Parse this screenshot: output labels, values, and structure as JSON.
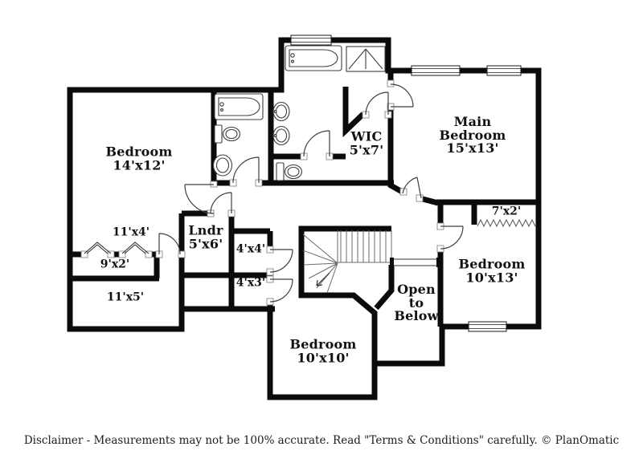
{
  "floorplan": {
    "rooms": [
      {
        "id": "bedroom-west",
        "lines": [
          "Bedroom",
          "14'x12'"
        ]
      },
      {
        "id": "main-bedroom",
        "lines": [
          "Main",
          "Bedroom",
          "15'x13'"
        ]
      },
      {
        "id": "wic",
        "lines": [
          "WIC",
          "5'x7'"
        ]
      },
      {
        "id": "laundry",
        "lines": [
          "Lndr",
          "5'x6'"
        ]
      },
      {
        "id": "bedroom-east",
        "lines": [
          "Bedroom",
          "10'x13'"
        ]
      },
      {
        "id": "bedroom-south",
        "lines": [
          "Bedroom",
          "10'x10'"
        ]
      },
      {
        "id": "open-to-below",
        "lines": [
          "Open",
          "to",
          "Below"
        ]
      }
    ],
    "dims": [
      {
        "id": "closet-11x4",
        "label": "11'x4'"
      },
      {
        "id": "closet-9x2",
        "label": "9'x2'"
      },
      {
        "id": "room-11x5",
        "label": "11'x5'"
      },
      {
        "id": "closet-4x4",
        "label": "4'x4'"
      },
      {
        "id": "closet-4x3",
        "label": "4'x3'"
      },
      {
        "id": "closet-7x2",
        "label": "7'x2'"
      }
    ],
    "fixtures": [
      "bathtub",
      "shower",
      "toilet",
      "sink",
      "double-vanity",
      "stairs",
      "railing",
      "closet-rod",
      "bifold-doors"
    ],
    "footer": {
      "disclaimer": "Disclaimer - Measurements may not be 100% accurate. Read \"Terms & Conditions\" carefully. © PlanOmatic"
    },
    "colors": {
      "wall": "#0b0b0b",
      "background": "#ffffff",
      "fixture_line": "#3d3d3d"
    }
  }
}
